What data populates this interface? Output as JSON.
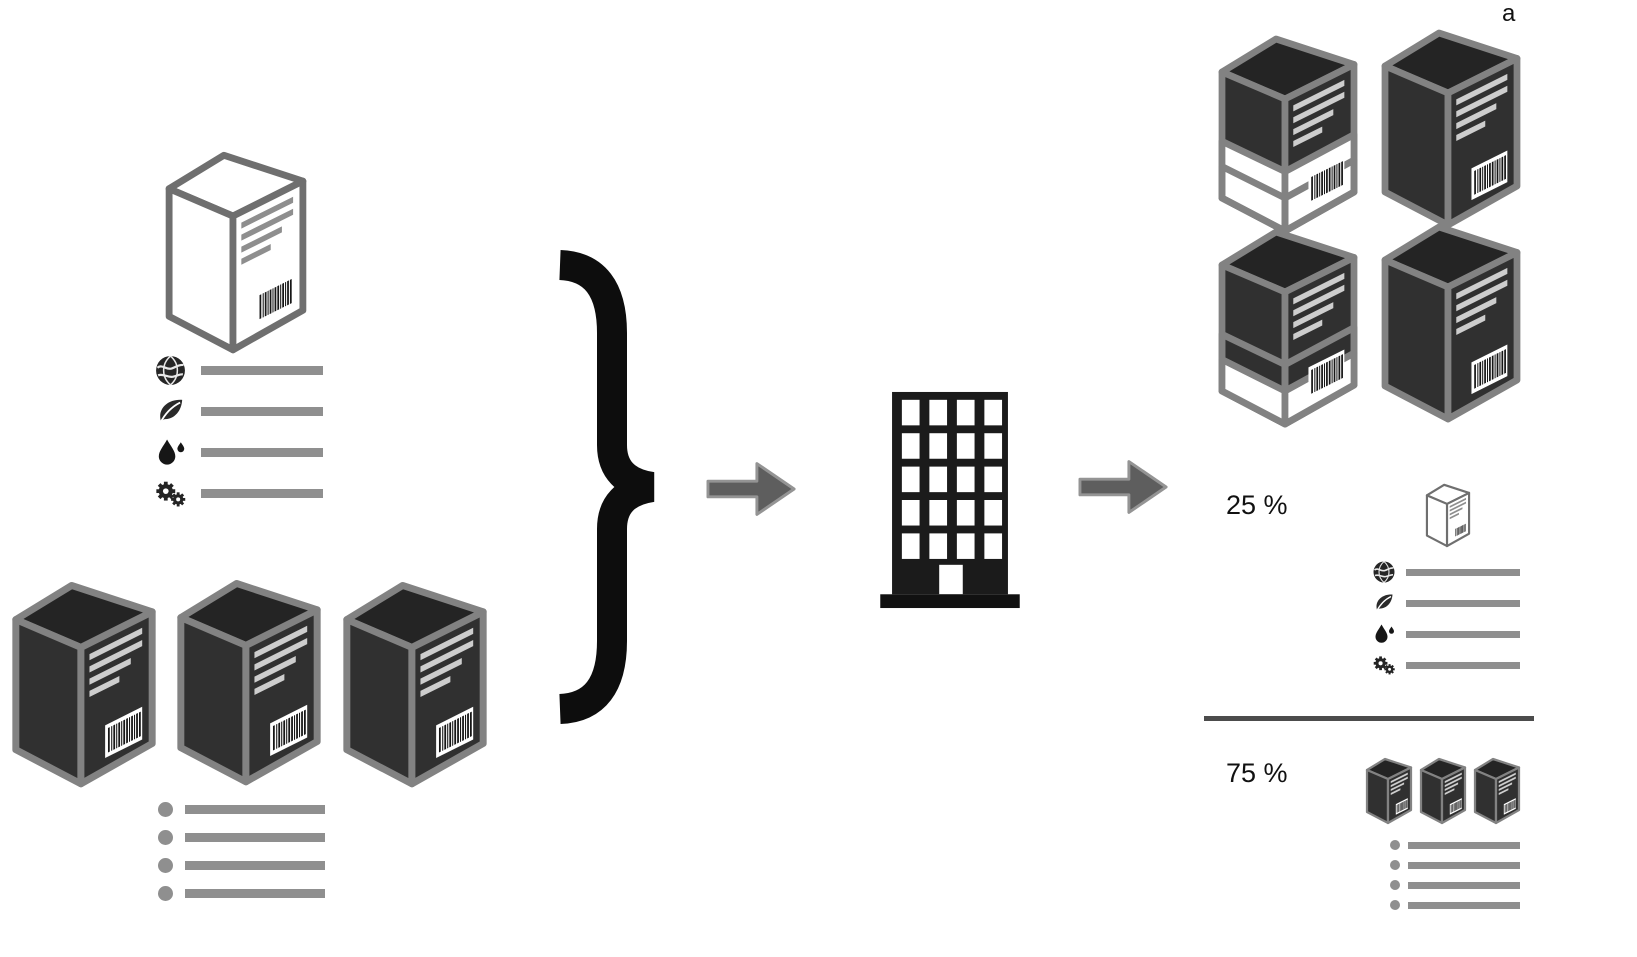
{
  "figure": {
    "panel_label": "a",
    "portfolio_share_top": "25 %",
    "portfolio_share_bottom": "75 %"
  },
  "icons": {
    "attribute_icons": [
      "earth-icon",
      "leaf-icon",
      "water-drop-icon",
      "gears-icon"
    ],
    "list_bullet": "bullet-dot",
    "center_icon": "building-icon",
    "connectors": [
      "curly-brace",
      "right-arrow",
      "right-arrow"
    ]
  },
  "colors": {
    "box_dark_face": "#303030",
    "box_edge": "#828282",
    "bar_gray": "#8f8f8f",
    "brace_black": "#0d0d0d",
    "arrow_gray": "#5e5e5e",
    "building_dark": "#1b1b1b",
    "divider_gray": "#4c4c4c",
    "background": "#ffffff"
  }
}
